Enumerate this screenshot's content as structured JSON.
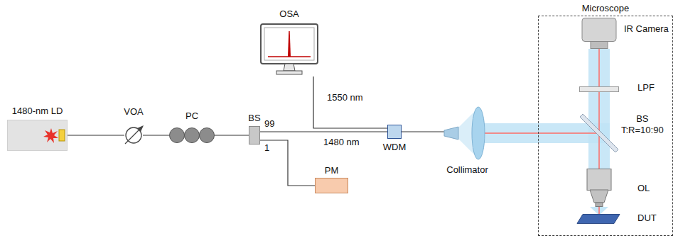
{
  "diagram": {
    "nodes": [
      {
        "text": [
          "1480-nm LD"
        ]
      },
      {
        "text": [
          "VOA"
        ]
      },
      {
        "text": [
          "PC"
        ]
      },
      {
        "text": [
          "BS"
        ]
      },
      {
        "text": [
          "PM"
        ]
      },
      {
        "text": [
          "OSA"
        ]
      },
      {
        "text": [
          "WDM"
        ]
      },
      {
        "text": [
          "Collimator"
        ]
      },
      {
        "text": [
          "Microscope"
        ]
      },
      {
        "text": [
          "IR Camera"
        ],
        "in": 8
      },
      {
        "text": [
          "LPF"
        ],
        "in": 8
      },
      {
        "text": [
          "BS",
          "T:R=10:90"
        ],
        "in": 8
      },
      {
        "text": [
          "OL"
        ],
        "in": 8
      },
      {
        "text": [
          "DUT"
        ],
        "in": 8
      }
    ],
    "edges": [
      {
        "from": 0,
        "to": 1,
        "arrow": "none"
      },
      {
        "from": 1,
        "to": 2,
        "arrow": "none"
      },
      {
        "from": 2,
        "to": 3,
        "arrow": "none"
      },
      {
        "from": 3,
        "to": 6,
        "arrow": "none",
        "label": "1480 nm"
      },
      {
        "from": 3,
        "to": 4,
        "arrow": "none"
      },
      {
        "from": 5,
        "to": 6,
        "arrow": "none",
        "label": "1550 nm"
      },
      {
        "from": 6,
        "to": 7,
        "arrow": "none"
      }
    ],
    "labels": [
      "99",
      "1"
    ]
  }
}
